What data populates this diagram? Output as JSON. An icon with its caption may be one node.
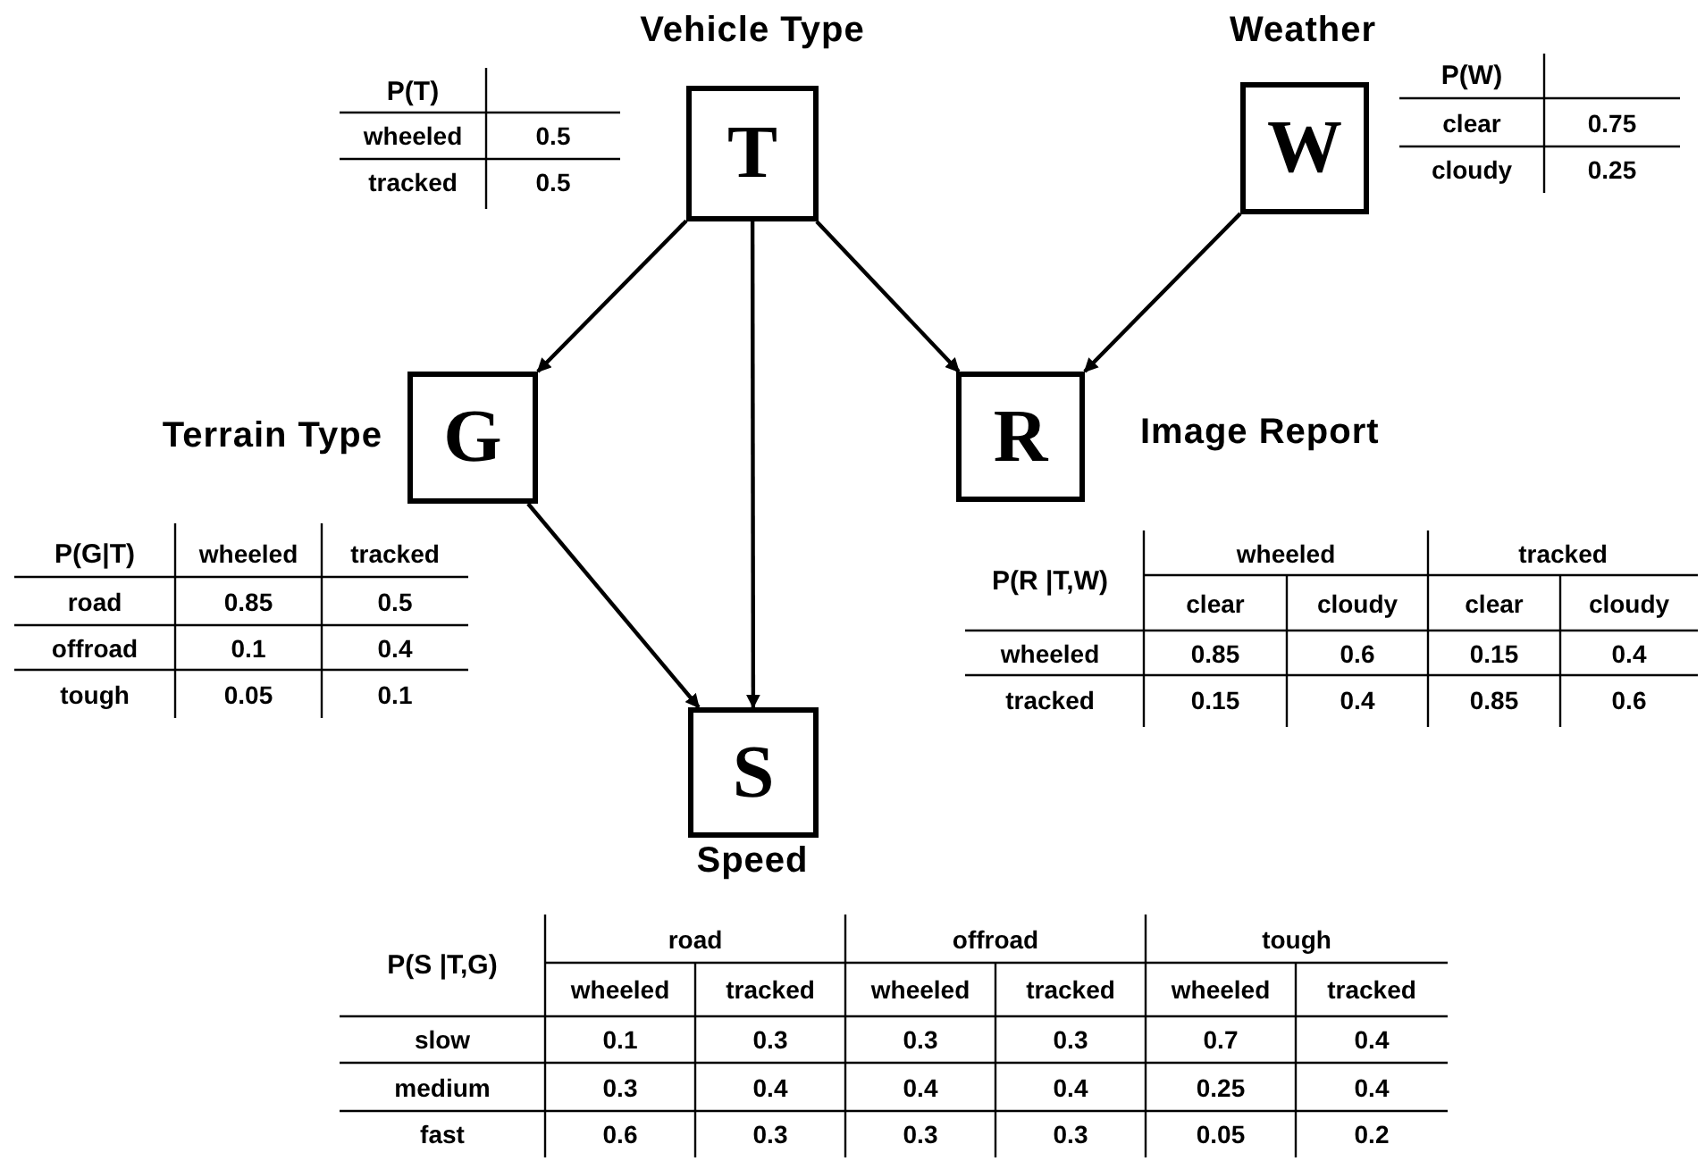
{
  "diagram": {
    "nodes": [
      {
        "text": [
          "Vehicle Type",
          "T"
        ]
      },
      {
        "text": [
          "Weather",
          "W"
        ]
      },
      {
        "text": [
          "Terrain Type",
          "G"
        ]
      },
      {
        "text": [
          "R",
          "Image Report"
        ]
      },
      {
        "text": [
          "S",
          "Speed"
        ]
      }
    ],
    "edges": [
      {
        "from": 0,
        "to": 2,
        "arrow": "to"
      },
      {
        "from": 0,
        "to": 4,
        "arrow": "to"
      },
      {
        "from": 0,
        "to": 3,
        "arrow": "to"
      },
      {
        "from": 1,
        "to": 3,
        "arrow": "to"
      },
      {
        "from": 2,
        "to": 4,
        "arrow": "to"
      }
    ],
    "labels": [
      "P(T)",
      "wheeled",
      "0.5",
      "tracked",
      "0.5",
      "P(W)",
      "clear",
      "0.75",
      "cloudy",
      "0.25",
      "P(G|T)",
      "wheeled",
      "tracked",
      "road",
      "0.85",
      "0.5",
      "offroad",
      "0.1",
      "0.4",
      "tough",
      "0.05",
      "0.1",
      "P(R |T,W)",
      "wheeled",
      "tracked",
      "clear",
      "cloudy",
      "clear",
      "cloudy",
      "wheeled",
      "0.85",
      "0.6",
      "0.15",
      "0.4",
      "tracked",
      "0.15",
      "0.4",
      "0.85",
      "0.6",
      "P(S |T,G)",
      "road",
      "offroad",
      "tough",
      "wheeled",
      "tracked",
      "wheeled",
      "tracked",
      "wheeled",
      "tracked",
      "slow",
      "0.1",
      "0.3",
      "0.3",
      "0.3",
      "0.7",
      "0.4",
      "medium",
      "0.3",
      "0.4",
      "0.4",
      "0.4",
      "0.25",
      "0.4",
      "fast",
      "0.6",
      "0.3",
      "0.3",
      "0.3",
      "0.05",
      "0.2"
    ]
  }
}
